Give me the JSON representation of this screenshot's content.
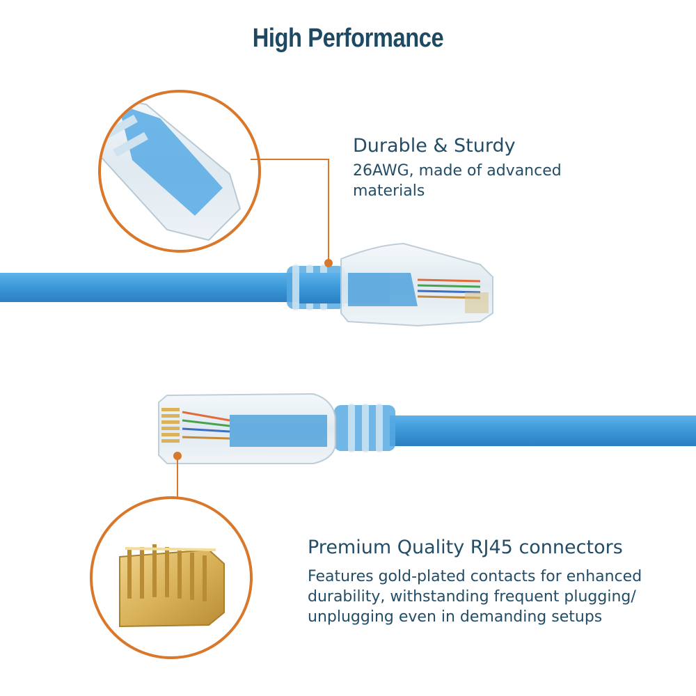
{
  "header": {
    "title": "High Performance"
  },
  "features": [
    {
      "heading": "Durable & Sturdy",
      "description": "26AWG, made of advanced materials"
    },
    {
      "heading": "Premium Quality RJ45 connectors",
      "description": "Features gold-plated contacts for enhanced durability, withstanding frequent plugging/ unplugging even in demanding setups"
    }
  ],
  "colors": {
    "title": "#1d4963",
    "text": "#234d66",
    "accent_orange": "#d9772b",
    "cable_blue": "#3e9ad9",
    "gold": "#d9b25a"
  }
}
